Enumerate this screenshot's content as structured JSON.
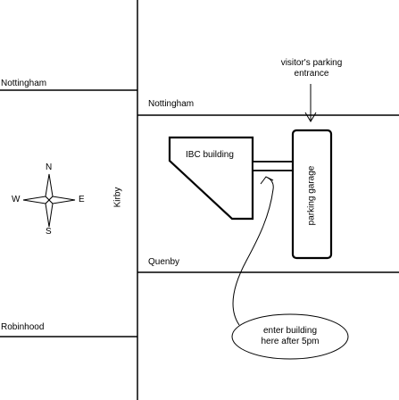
{
  "map": {
    "streets": {
      "nottingham_west": "Nottingham",
      "nottingham_east": "Nottingham",
      "kirby": "Kirby",
      "quenby": "Quenby",
      "robinhood": "Robinhood"
    },
    "buildings": {
      "ibc_building": "IBC building",
      "parking_garage": "parking garage"
    },
    "annotations": {
      "visitor_parking_line1": "visitor's parking",
      "visitor_parking_line2": "entrance",
      "after_hours_line1": "enter building",
      "after_hours_line2": "here after 5pm"
    },
    "compass": {
      "north": "N",
      "south": "S",
      "east": "E",
      "west": "W"
    }
  }
}
